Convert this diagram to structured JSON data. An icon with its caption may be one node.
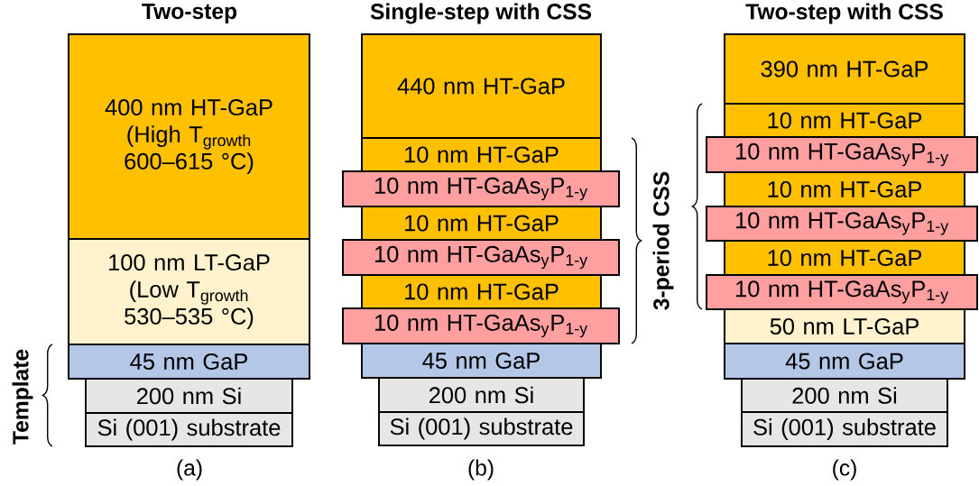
{
  "diagram": {
    "nodes": [
      {
        "text": [
          "400 nm HT-GaP",
          "(High T$_{growth}$ 600–615 °C)"
        ]
      },
      {
        "text": [
          "100 nm LT-GaP",
          "(Low T$_{growth}$ 530–535 °C)"
        ]
      },
      {
        "text": [
          "45 nm GaP"
        ]
      },
      {
        "text": [
          "200 nm Si"
        ]
      },
      {
        "text": [
          "Si (001) substrate"
        ]
      },
      {
        "text": [
          "440 nm HT-GaP"
        ]
      },
      {
        "text": [
          "10 nm HT-GaP"
        ]
      },
      {
        "text": [
          "10 nm HT-GaAs$_{y}$P$_{1-y}$"
        ]
      },
      {
        "text": [
          "10 nm HT-GaP"
        ]
      },
      {
        "text": [
          "10 nm HT-GaAs$_{y}$P$_{1-y}$"
        ]
      },
      {
        "text": [
          "10 nm HT-GaP"
        ]
      },
      {
        "text": [
          "10 nm HT-GaAs$_{y}$P$_{1-y}$"
        ]
      },
      {
        "text": [
          "45 nm GaP"
        ]
      },
      {
        "text": [
          "200 nm Si"
        ]
      },
      {
        "text": [
          "Si (001) substrate"
        ]
      },
      {
        "text": [
          "390 nm HT-GaP"
        ]
      },
      {
        "text": [
          "10 nm HT-GaP"
        ]
      },
      {
        "text": [
          "10 nm HT-GaAs$_{y}$P$_{1-y}$"
        ]
      },
      {
        "text": [
          "10 nm HT-GaP"
        ]
      },
      {
        "text": [
          "10 nm HT-GaAs$_{y}$P$_{1-y}$"
        ]
      },
      {
        "text": [
          "10 nm HT-GaP"
        ]
      },
      {
        "text": [
          "10 nm HT-GaAs$_{y}$P$_{1-y}$"
        ]
      },
      {
        "text": [
          "50 nm LT-GaP"
        ]
      },
      {
        "text": [
          "45 nm GaP"
        ]
      },
      {
        "text": [
          "200 nm Si"
        ]
      },
      {
        "text": [
          "Si (001) substrate"
        ]
      }
    ],
    "labels": [
      "Two-step",
      "Single-step with CSS",
      "Two-step with CSS",
      "3-period CSS",
      "Template",
      "(a)",
      "(b)",
      "(c)"
    ]
  }
}
